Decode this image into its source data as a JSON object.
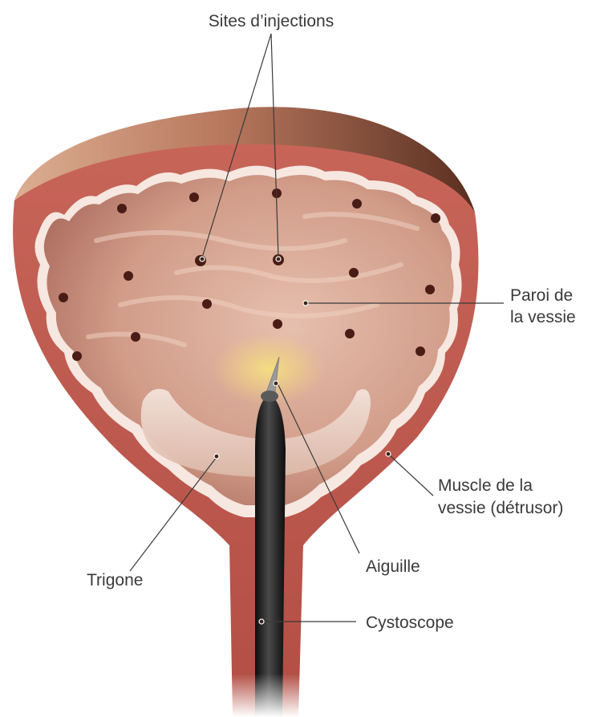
{
  "labels": {
    "injection_sites": "Sites d’injections",
    "bladder_wall_line1": "Paroi de",
    "bladder_wall_line2": "la vessie",
    "detrusor_line1": "Muscle de la",
    "detrusor_line2": "vessie (détrusor)",
    "needle": "Aiguille",
    "trigone": "Trigone",
    "cystoscope": "Cystoscope"
  },
  "colors": {
    "outer_wall": "#c45a4f",
    "rim_top_light": "#d9a78a",
    "rim_top_dark": "#5e3324",
    "inner_cavity": "#d8a492",
    "inner_lining": "#f6e7e0",
    "trigone": "#ecd2c6",
    "injection_site": "#4a1c16",
    "cystoscope": "#1e1e1e",
    "glow": "#f3d778"
  }
}
